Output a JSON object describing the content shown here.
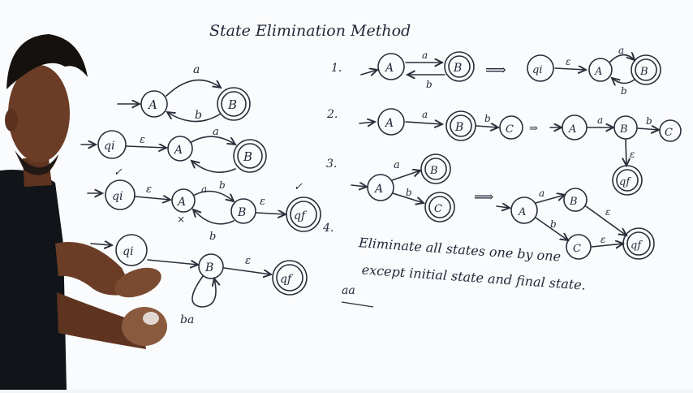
{
  "board": {
    "title": "State Elimination Method",
    "rule_line1": "Eliminate all states one by one",
    "rule_line2": "except initial state and final state.",
    "scratch": "aa",
    "labels": {
      "A": "A",
      "B": "B",
      "C": "C",
      "qi": "qi",
      "qf": "qf",
      "a": "a",
      "b": "b",
      "eps": "ε",
      "ba": "ba"
    },
    "step_numbers": [
      "1.",
      "2.",
      "3.",
      "4."
    ]
  },
  "colors": {
    "board": "#fafbfc",
    "ink": "#2a2e3a",
    "presenter_shirt": "#111418",
    "presenter_skin": "#6b3d26"
  }
}
